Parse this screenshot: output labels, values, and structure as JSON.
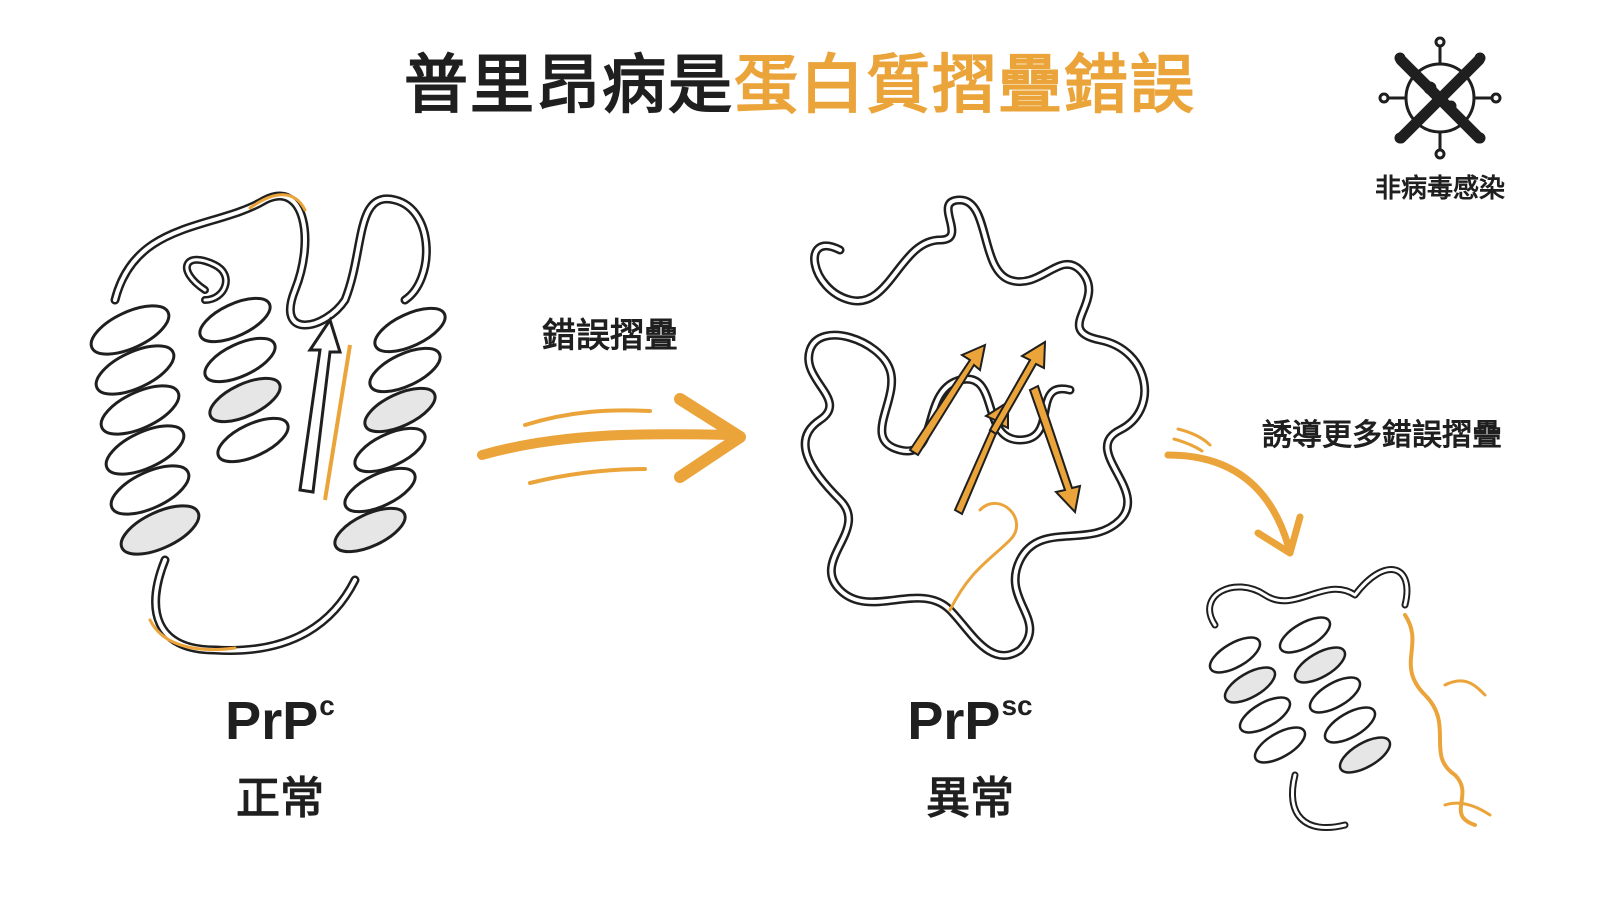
{
  "title": {
    "main": "普里昂病是",
    "highlight": "蛋白質摺疊錯誤"
  },
  "labels": {
    "misfold": "錯誤摺疊",
    "induce": "誘導更多錯誤摺疊",
    "not_virus": "非病毒感染"
  },
  "normal": {
    "name": "PrP",
    "sup": "c",
    "desc": "正常"
  },
  "abnormal": {
    "name": "PrP",
    "sup": "sc",
    "desc": "異常"
  },
  "colors": {
    "accent": "#eba43a",
    "ink": "#1f1f1f",
    "helix_shade": "#cfcfcf"
  },
  "icons": [
    "virus-crossed-icon"
  ]
}
